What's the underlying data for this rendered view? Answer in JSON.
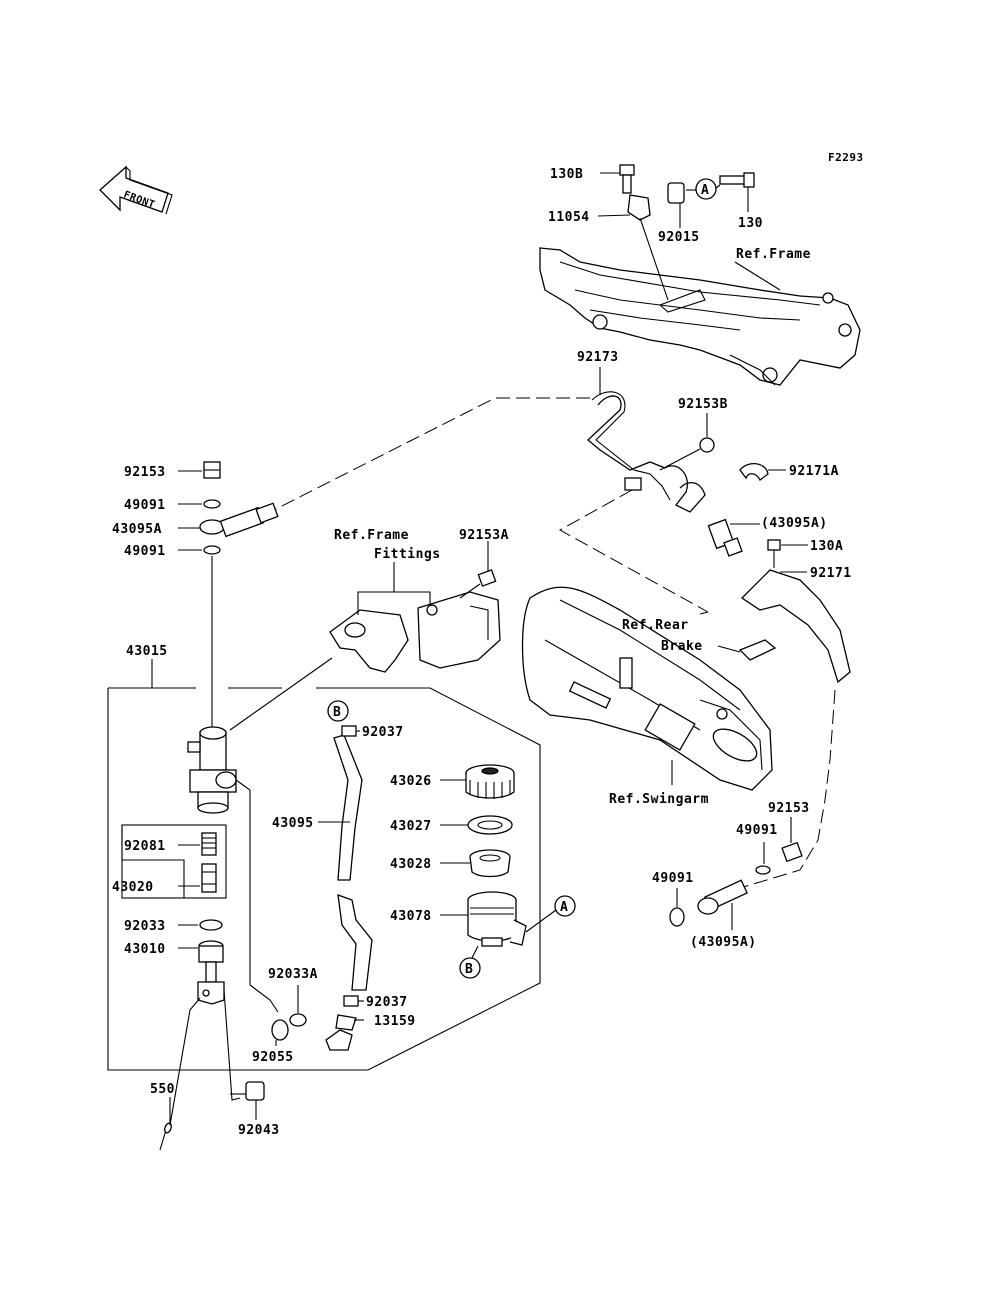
{
  "figure_code": "F2293",
  "front_arrow_text": "FRONT",
  "callouts": {
    "A": "A",
    "B": "B"
  },
  "references": {
    "frame_top": "Ref.Frame",
    "frame_fittings_line1": "Ref.Frame",
    "frame_fittings_line2": "Fittings",
    "rear_brake_line1": "Ref.Rear",
    "rear_brake_line2": "Brake",
    "swingarm": "Ref.Swingarm"
  },
  "parts": {
    "p130B": "130B",
    "p130": "130",
    "p11054": "11054",
    "p92015": "92015",
    "p92173": "92173",
    "p92153B": "92153B",
    "p92171A": "92171A",
    "p43095A_right": "(43095A)",
    "p130A": "130A",
    "p92171": "92171",
    "p92153_left": "92153",
    "p49091_left_top": "49091",
    "p43095A_left": "43095A",
    "p49091_left_bot": "49091",
    "p92153A": "92153A",
    "p43015": "43015",
    "p92037_top": "92037",
    "p43026": "43026",
    "p43095": "43095",
    "p43027": "43027",
    "p43028": "43028",
    "p43078": "43078",
    "p92081": "92081",
    "p43020": "43020",
    "p92033": "92033",
    "p43010": "43010",
    "p92033A": "92033A",
    "p92037_bot": "92037",
    "p13159": "13159",
    "p92055": "92055",
    "p550": "550",
    "p92043": "92043",
    "p92153_right": "92153",
    "p49091_right_top": "49091",
    "p49091_right_bot": "49091",
    "p43095A_bottom": "(43095A)"
  }
}
